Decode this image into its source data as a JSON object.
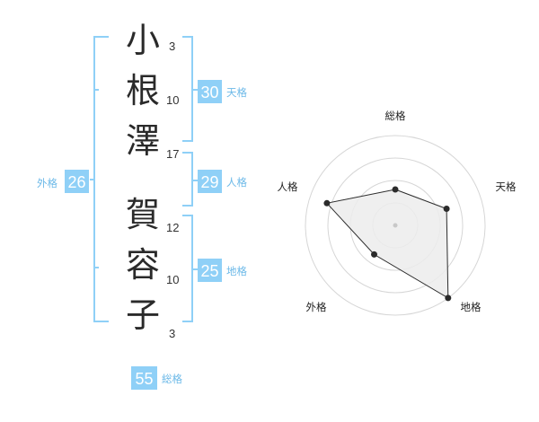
{
  "name_chars": [
    {
      "char": "小",
      "strokes": "3"
    },
    {
      "char": "根",
      "strokes": "10"
    },
    {
      "char": "澤",
      "strokes": "17"
    },
    {
      "char": "賀",
      "strokes": "12"
    },
    {
      "char": "容",
      "strokes": "10"
    },
    {
      "char": "子",
      "strokes": "3"
    }
  ],
  "fortunes": {
    "tenkaku": {
      "value": "30",
      "label": "天格"
    },
    "jinkaku": {
      "value": "29",
      "label": "人格"
    },
    "chikaku": {
      "value": "25",
      "label": "地格"
    },
    "gaikaku": {
      "value": "26",
      "label": "外格"
    },
    "soukaku": {
      "value": "55",
      "label": "総格"
    }
  },
  "colors": {
    "accent": "#8fd0f7",
    "accent_text": "#6cb9e8",
    "polygon_fill": "#ececec"
  },
  "chart_data": {
    "type": "radar",
    "axes": [
      "総格",
      "天格",
      "地格",
      "外格",
      "人格"
    ],
    "values": [
      0.4,
      0.6,
      1.0,
      0.4,
      0.8
    ],
    "max": 1.0,
    "rings": 4
  }
}
